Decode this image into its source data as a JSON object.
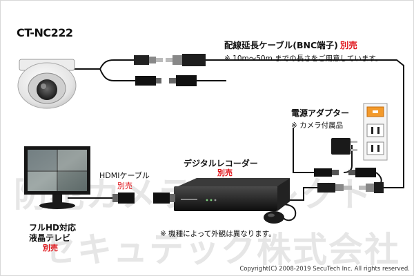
{
  "watermark": {
    "line1": "防犯カメラダイレクト",
    "line2": "セキュテック株式会社"
  },
  "camera": {
    "model": "CT-NC222"
  },
  "cable": {
    "title": "配線延長ケーブル(BNC端子)",
    "title_note": "別売",
    "note": "※ 10m～50m までの長さをご用意しています。"
  },
  "adapter": {
    "title": "電源アダプター",
    "note": "※ カメラ付属品"
  },
  "hdmi": {
    "label": "HDMIケーブル",
    "note": "別売"
  },
  "recorder": {
    "label": "デジタルレコーダー",
    "note": "別売"
  },
  "tv": {
    "line1": "フルHD対応",
    "line2": "液晶テレビ",
    "note": "別売"
  },
  "disclaimer": "※ 機種によって外観は異なります。",
  "copyright": "Copyright(C) 2008-2019 SecuTech Inc. All rights reserved.",
  "colors": {
    "accent_red": "#e0151b",
    "outlet_orange": "#f39a2b",
    "device_black": "#1a1a1a"
  }
}
